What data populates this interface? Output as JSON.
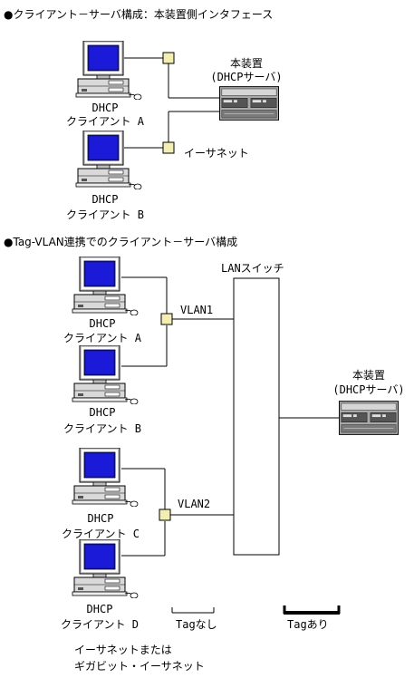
{
  "section1": {
    "title": "●クライアント－サーバ構成：本装置側インタフェース",
    "server_label_1": "本装置",
    "server_label_2": "(DHCPサーバ)",
    "client_a_line1": "DHCP",
    "client_a_line2": "クライアント A",
    "client_b_line1": "DHCP",
    "client_b_line2": "クライアント B",
    "ethernet_label": "イーサネット"
  },
  "section2": {
    "title": "●Tag-VLAN連携でのクライアント－サーバ構成",
    "switch_label": "LANスイッチ",
    "vlan1_label": "VLAN1",
    "vlan2_label": "VLAN2",
    "server_label_1": "本装置",
    "server_label_2": "(DHCPサーバ)",
    "client_a_line1": "DHCP",
    "client_a_line2": "クライアント A",
    "client_b_line1": "DHCP",
    "client_b_line2": "クライアント B",
    "client_c_line1": "DHCP",
    "client_c_line2": "クライアント C",
    "client_d_line1": "DHCP",
    "client_d_line2": "クライアント D"
  },
  "legend": {
    "untagged_label": "Tagなし",
    "tagged_label": "Tagあり",
    "network_note_1": "イーサネットまたは",
    "network_note_2": "ギガビット・イーサネット"
  },
  "icons": {
    "client": "desktop-computer-icon",
    "server": "server-appliance-icon",
    "hub": "network-junction-icon"
  },
  "colors": {
    "hub_fill": "#f2efb0",
    "screen_blue": "#1414c8",
    "server_body": "#a9a9a9"
  }
}
